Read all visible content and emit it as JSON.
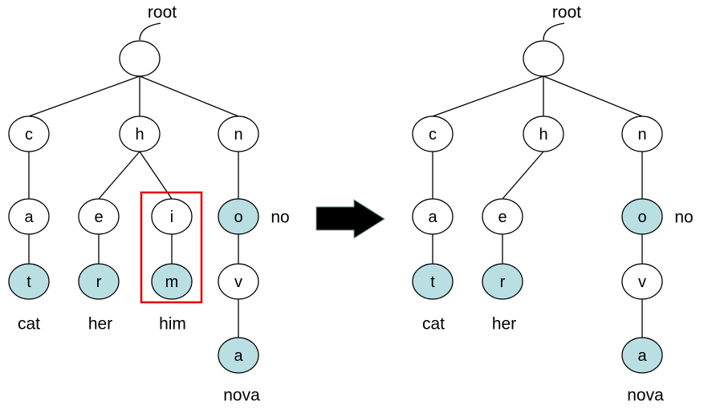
{
  "colors": {
    "terminal_fill": "#b9dfe2",
    "normal_fill": "#ffffff",
    "highlight_box": "#e00000",
    "arrow": "#000000"
  },
  "trees": [
    {
      "id": "before",
      "root_label": "root",
      "nodes": [
        {
          "id": "root",
          "char": "",
          "terminal": false
        },
        {
          "id": "c",
          "char": "c",
          "terminal": false,
          "parent": "root"
        },
        {
          "id": "h",
          "char": "h",
          "terminal": false,
          "parent": "root"
        },
        {
          "id": "n",
          "char": "n",
          "terminal": false,
          "parent": "root"
        },
        {
          "id": "ca",
          "char": "a",
          "terminal": false,
          "parent": "c"
        },
        {
          "id": "he",
          "char": "e",
          "terminal": false,
          "parent": "h"
        },
        {
          "id": "hi",
          "char": "i",
          "terminal": false,
          "parent": "h"
        },
        {
          "id": "no",
          "char": "o",
          "terminal": true,
          "parent": "n"
        },
        {
          "id": "cat",
          "char": "t",
          "terminal": true,
          "parent": "ca"
        },
        {
          "id": "her",
          "char": "r",
          "terminal": true,
          "parent": "he"
        },
        {
          "id": "him",
          "char": "m",
          "terminal": true,
          "parent": "hi"
        },
        {
          "id": "nov",
          "char": "v",
          "terminal": false,
          "parent": "no"
        },
        {
          "id": "nova",
          "char": "a",
          "terminal": true,
          "parent": "nov"
        }
      ],
      "words": [
        {
          "node": "cat",
          "text": "cat"
        },
        {
          "node": "her",
          "text": "her"
        },
        {
          "node": "him",
          "text": "him"
        },
        {
          "node": "no",
          "text": "no"
        },
        {
          "node": "nova",
          "text": "nova"
        }
      ],
      "highlighted_subtree": [
        "hi",
        "him"
      ]
    },
    {
      "id": "after",
      "root_label": "root",
      "nodes": [
        {
          "id": "root",
          "char": "",
          "terminal": false
        },
        {
          "id": "c",
          "char": "c",
          "terminal": false,
          "parent": "root"
        },
        {
          "id": "h",
          "char": "h",
          "terminal": false,
          "parent": "root"
        },
        {
          "id": "n",
          "char": "n",
          "terminal": false,
          "parent": "root"
        },
        {
          "id": "ca",
          "char": "a",
          "terminal": false,
          "parent": "c"
        },
        {
          "id": "he",
          "char": "e",
          "terminal": false,
          "parent": "h"
        },
        {
          "id": "no",
          "char": "o",
          "terminal": true,
          "parent": "n"
        },
        {
          "id": "cat",
          "char": "t",
          "terminal": true,
          "parent": "ca"
        },
        {
          "id": "her",
          "char": "r",
          "terminal": true,
          "parent": "he"
        },
        {
          "id": "nov",
          "char": "v",
          "terminal": false,
          "parent": "no"
        },
        {
          "id": "nova",
          "char": "a",
          "terminal": true,
          "parent": "nov"
        }
      ],
      "words": [
        {
          "node": "cat",
          "text": "cat"
        },
        {
          "node": "her",
          "text": "her"
        },
        {
          "node": "no",
          "text": "no"
        },
        {
          "node": "nova",
          "text": "nova"
        }
      ],
      "highlighted_subtree": []
    }
  ],
  "transition": {
    "icon": "right-arrow-icon",
    "meaning": "delete him"
  }
}
